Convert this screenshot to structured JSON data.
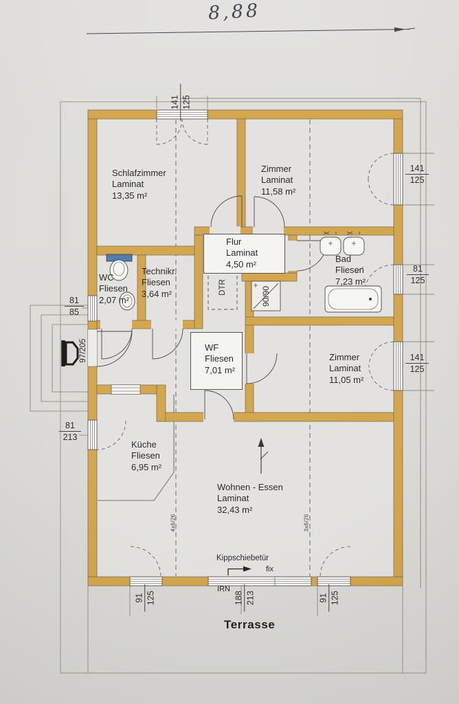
{
  "sheet": {
    "overall_width_handwritten": "8,88",
    "terrace_label": "Terrasse"
  },
  "rooms": {
    "schlafzimmer": {
      "name": "Schlafzimmer",
      "floor": "Laminat",
      "area": "13,35 m²"
    },
    "zimmer1": {
      "name": "Zimmer",
      "floor": "Laminat",
      "area": "11,58 m²"
    },
    "flur": {
      "name": "Flur",
      "floor": "Laminat",
      "area": "4,50 m²"
    },
    "bad": {
      "name": "Bad",
      "floor": "Fliesen",
      "area": "7,23 m²"
    },
    "wc": {
      "name": "WC",
      "floor": "Fliesen",
      "area": "2,07 m²"
    },
    "technikraum": {
      "name": "Technikr.",
      "floor": "Fliesen",
      "area": "3,64 m²"
    },
    "wf": {
      "name": "WF",
      "floor": "Fliesen",
      "area": "7,01 m²"
    },
    "zimmer2": {
      "name": "Zimmer",
      "floor": "Laminat",
      "area": "11,05 m²"
    },
    "kueche": {
      "name": "Küche",
      "floor": "Fliesen",
      "area": "6,95 m²"
    },
    "wohnen": {
      "name": "Wohnen - Essen",
      "floor": "Laminat",
      "area": "32,43 m²"
    }
  },
  "dims": {
    "top_window": {
      "w": "141",
      "h": "125"
    },
    "right_window_top": {
      "w": "141",
      "h": "125"
    },
    "bad_window": {
      "w": "81",
      "h": "125"
    },
    "right_window_bottom": {
      "w": "141",
      "h": "125"
    },
    "wc_window": {
      "w": "81",
      "h": "85"
    },
    "entry_door": "97/205",
    "kueche_door": {
      "w": "81",
      "h": "213"
    },
    "bottom_window_left": {
      "w": "91",
      "h": "125"
    },
    "slide_door": {
      "w": "188",
      "h": "213"
    },
    "bottom_window_right": {
      "w": "91",
      "h": "125"
    }
  },
  "annotations": {
    "dtr": "DTR",
    "shower": "90/90",
    "rafter_left": "4x6/26",
    "rafter_right": "3x6/26",
    "slide_label": "Kippschiebetür",
    "fix": "fix",
    "irn": "IRN"
  },
  "colors": {
    "wall": "#d2a243",
    "toilet_tank": "#4877ad",
    "paper": "#dcdbd8"
  }
}
